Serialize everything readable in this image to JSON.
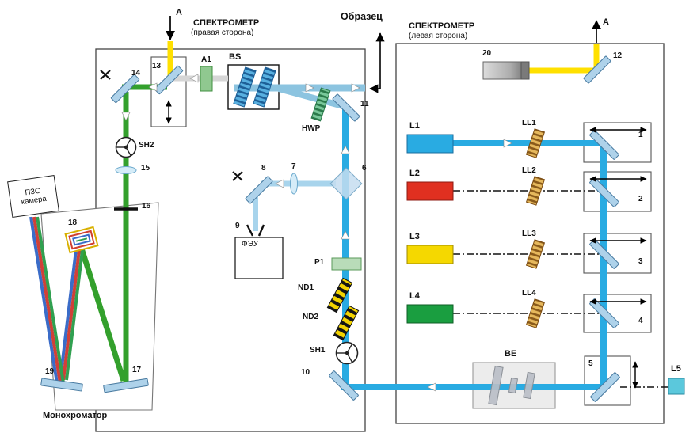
{
  "titles": {
    "spectrometer_right_line1": "СПЕКТРОМЕТР",
    "spectrometer_right_line2": "(правая сторона)",
    "spectrometer_left_line1": "СПЕКТРОМЕТР",
    "spectrometer_left_line2": "(левая сторона)",
    "sample": "Образец",
    "monochromator": "Монохроматор",
    "ccd_line1": "ПЗС",
    "ccd_line2": "камера",
    "pmt": "ФЭУ",
    "port_a_left": "A",
    "port_a_right": "A"
  },
  "lasers": {
    "l1": "L1",
    "l2": "L2",
    "l3": "L3",
    "l4": "L4",
    "l5": "L5"
  },
  "filters": {
    "ll1": "LL1",
    "ll2": "LL2",
    "ll3": "LL3",
    "ll4": "LL4",
    "a1": "A1",
    "p1": "P1",
    "nd1": "ND1",
    "nd2": "ND2",
    "hwp": "HWP"
  },
  "optics": {
    "bs": "BS",
    "be": "BE",
    "sh1": "SH1",
    "sh2": "SH2"
  },
  "numbers": {
    "n1": "1",
    "n2": "2",
    "n3": "3",
    "n4": "4",
    "n5": "5",
    "n6": "6",
    "n7": "7",
    "n8": "8",
    "n9": "9",
    "n10": "10",
    "n11": "11",
    "n12": "12",
    "n13": "13",
    "n14": "14",
    "n15": "15",
    "n16": "16",
    "n17": "17",
    "n18": "18",
    "n19": "19",
    "n20": "20"
  },
  "colors": {
    "beam_blue": "#29ABE2",
    "beam_pale_blue": "#A8D4EC",
    "beam_yellow": "#FFE000",
    "beam_green": "#33A02C",
    "laser_red": "#E03020",
    "laser_yellow": "#F5D800",
    "laser_green": "#1A9E40",
    "mirror_blue": "#AED2EA"
  }
}
